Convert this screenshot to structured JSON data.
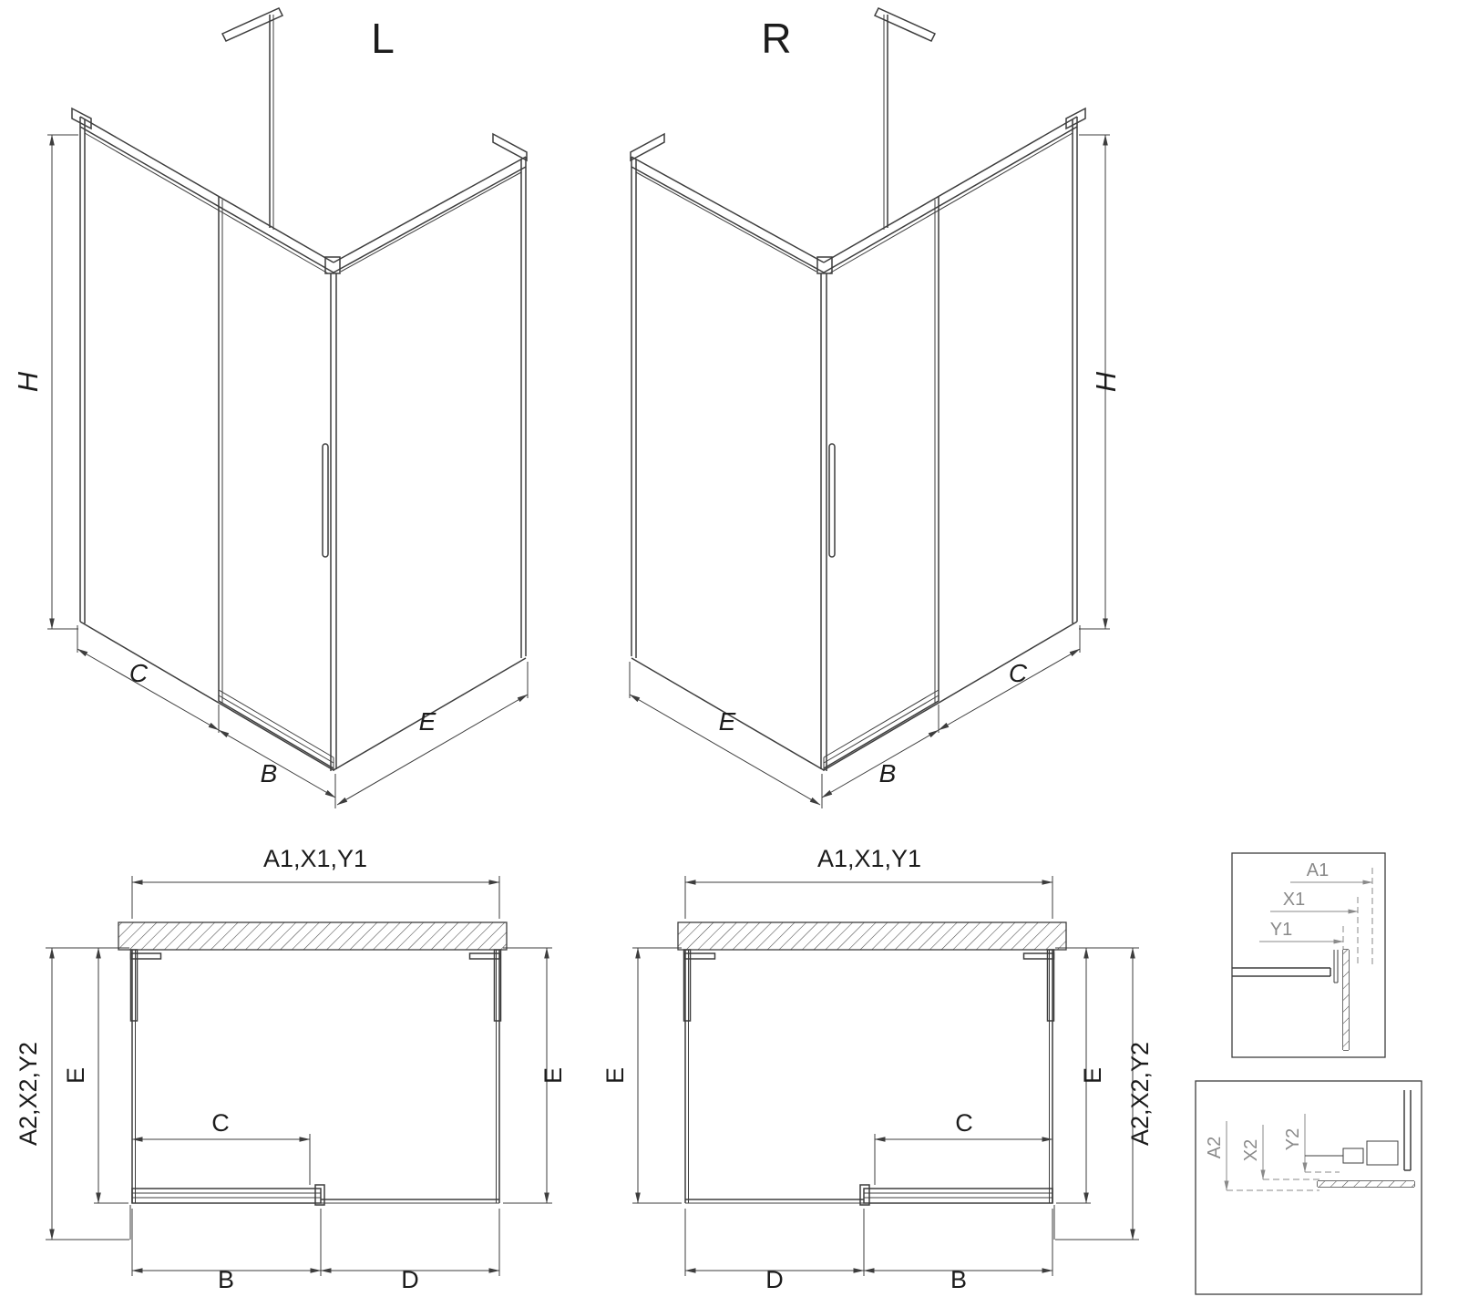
{
  "colors": {
    "line": "#3d3d3d",
    "detail": "#8a8a8a",
    "text": "#1c1c1c"
  },
  "iso_left": {
    "figure_label": "L",
    "dim_height": "H",
    "dim_c": "C",
    "dim_b": "B",
    "dim_e": "E"
  },
  "iso_right": {
    "figure_label": "R",
    "dim_height": "H",
    "dim_c": "C",
    "dim_b": "B",
    "dim_e": "E"
  },
  "plan_left": {
    "dim_width_top": "A1,X1,Y1",
    "dim_depth_outer": "A2,X2,Y2",
    "dim_e_left": "E",
    "dim_e_right": "E",
    "dim_c": "C",
    "dim_b": "B",
    "dim_d": "D"
  },
  "plan_right": {
    "dim_width_top": "A1,X1,Y1",
    "dim_depth_outer": "A2,X2,Y2",
    "dim_e_left": "E",
    "dim_e_right": "E",
    "dim_c": "C",
    "dim_b": "B",
    "dim_d": "D"
  },
  "detail_top": {
    "dim_a1": "A1",
    "dim_x1": "X1",
    "dim_y1": "Y1"
  },
  "detail_bottom": {
    "dim_a2": "A2",
    "dim_x2": "X2",
    "dim_y2": "Y2"
  }
}
